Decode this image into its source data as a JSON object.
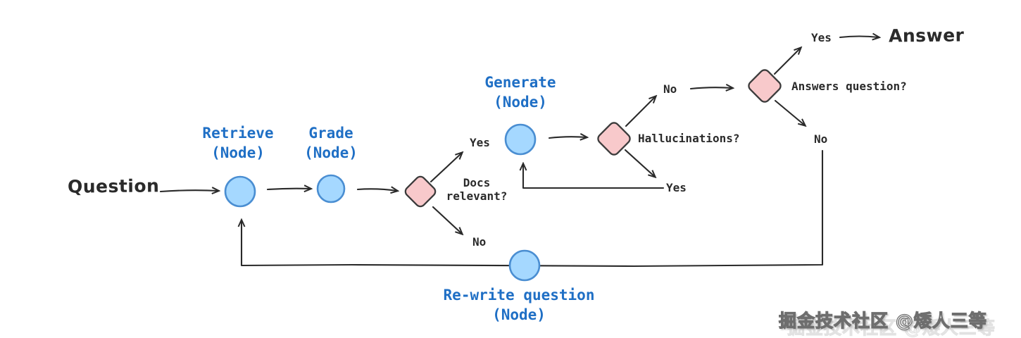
{
  "flow": {
    "start_label": "Question",
    "end_label": "Answer",
    "nodes": {
      "retrieve": "Retrieve\n(Node)",
      "grade": "Grade\n(Node)",
      "generate": "Generate\n(Node)",
      "rewrite": "Re-write question\n(Node)"
    },
    "decisions": {
      "docs_relevant": "Docs\nrelevant?",
      "hallucinations": "Hallucinations?",
      "answers_question": "Answers question?"
    },
    "edge_labels": {
      "docs_yes": "Yes",
      "docs_no": "No",
      "hallucinations_no": "No",
      "hallucinations_yes": "Yes",
      "answers_yes": "Yes",
      "answers_no": "No"
    }
  },
  "watermark": "掘金技术社区 @矮人三等",
  "colors": {
    "node_fill": "#a5d8ff",
    "node_stroke": "#4a8ed2",
    "decision_fill": "#f8c9cb",
    "decision_stroke": "#3b3b3b",
    "label_blue": "#1f6fc5",
    "ink": "#2a2a2a",
    "background": "#ffffff"
  }
}
